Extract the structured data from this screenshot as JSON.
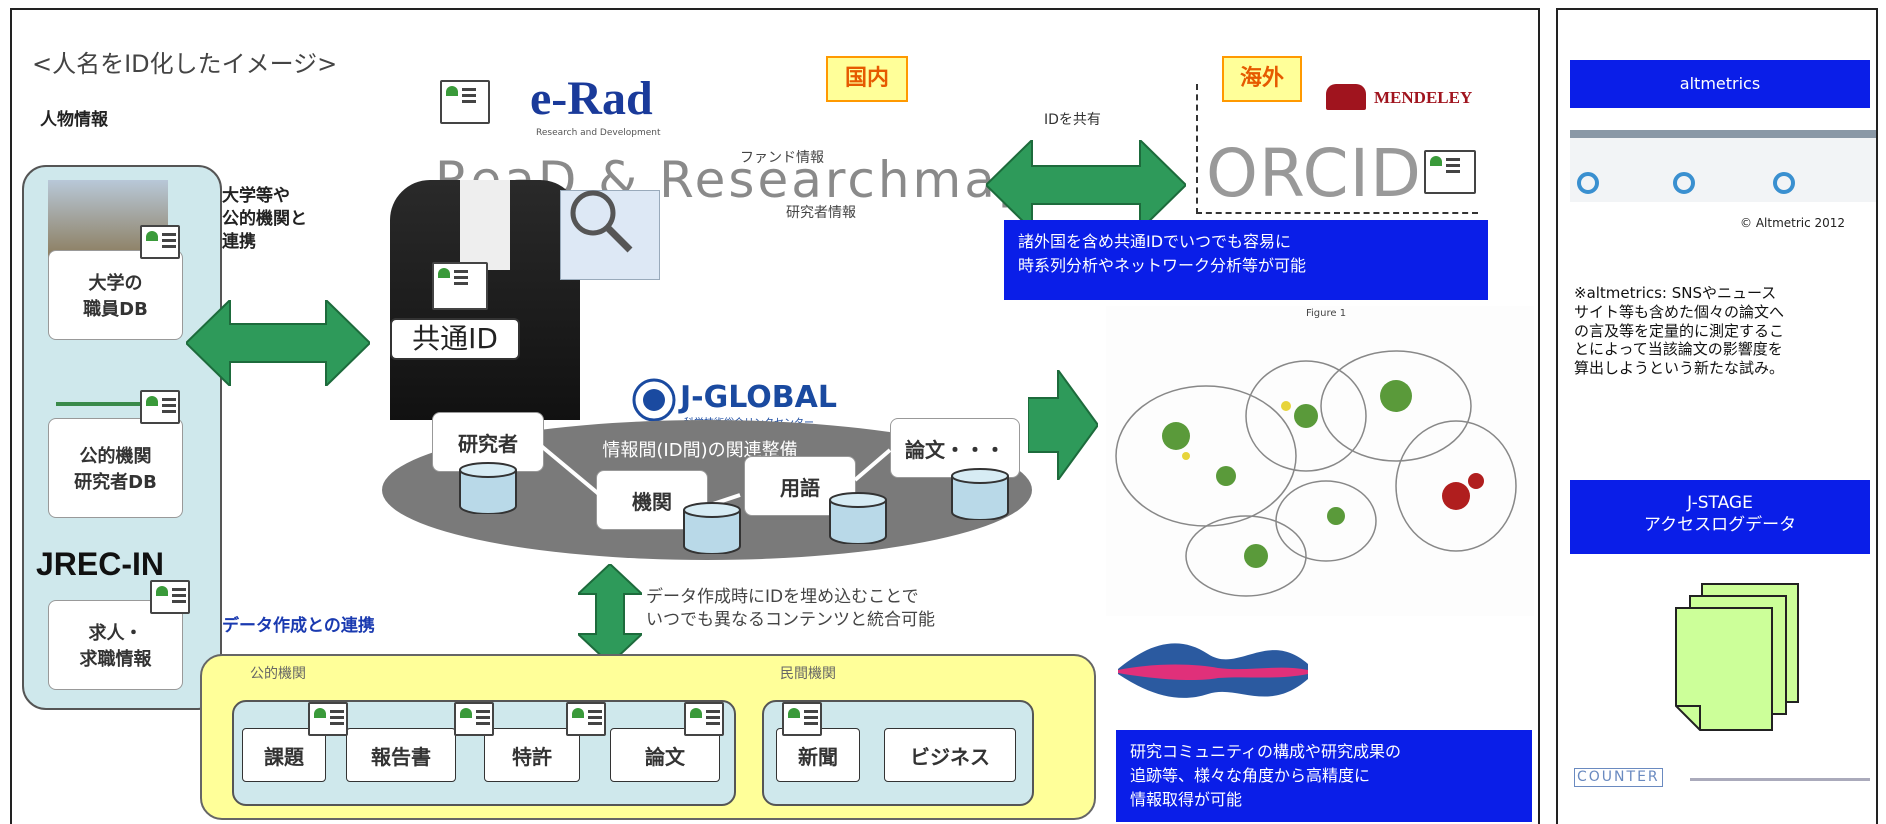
{
  "scale": "1886x824 screenshot coordinates",
  "title": "<人名をID化したイメージ>",
  "colors": {
    "blue_box": "#0a1ee8",
    "green_arrow": "#2e9a5a",
    "yellow_panel": "#ffff99",
    "panel_blue": "#cfe8ec",
    "domestic_label": "#ff9900"
  },
  "left": {
    "heading": "人物情報",
    "univ": "大学の\n職員DB",
    "public": "公的機関\n研究者DB",
    "jrecin_logo": "JREC-IN",
    "jobs": "求人・\n求職情報"
  },
  "link": {
    "label": "大学等や\n公的機関と\n連携"
  },
  "center": {
    "erad_logo": "e-Rad",
    "erad_sub": "Research and Development",
    "fund_info": "ファンド情報",
    "readmap": "ReaD & Researchmap",
    "researcher_info": "研究者情報",
    "common_id": "共通ID",
    "jglobal": "J-GLOBAL",
    "jglobal_sub": "科学技術総合リンクセンター",
    "relation": "情報間(ID間)の関連整備",
    "nodes": {
      "researcher": "研究者",
      "org": "機関",
      "term": "用語",
      "paper": "論文・・・"
    }
  },
  "domestic": "国内",
  "overseas": "海外",
  "mendeley": "MENDELEY",
  "orcid": "ORCID",
  "share": "IDを共有",
  "overseas_note": "諸外国を含め共通IDでいつでも容易に\n時系列分析やネットワーク分析等が可能",
  "data_link": {
    "heading": "データ作成との連携",
    "note": "データ作成時にIDを埋め込むことで\nいつでも異なるコンテンツと統合可能",
    "public_label": "公的機関",
    "private_label": "民間機関",
    "public_items": [
      "課題",
      "報告書",
      "特許",
      "論文"
    ],
    "private_items": [
      "新聞",
      "ビジネス"
    ]
  },
  "figure_label": "Figure 1",
  "analysis_note": "研究コミュニティの構成や研究成果の\n追跡等、様々な角度から高精度に\n情報取得が可能",
  "side": {
    "altmetrics": "altmetrics",
    "copyright": "© Altmetric 2012",
    "note": "※altmetrics: SNSやニュース\nサイト等も含めた個々の論文へ\nの言及等を定量的に測定するこ\nとによって当該論文の影響度を\n算出しようという新たな試み。",
    "jstage": "J-STAGE\nアクセスログデータ",
    "counter": "COUNTER"
  }
}
